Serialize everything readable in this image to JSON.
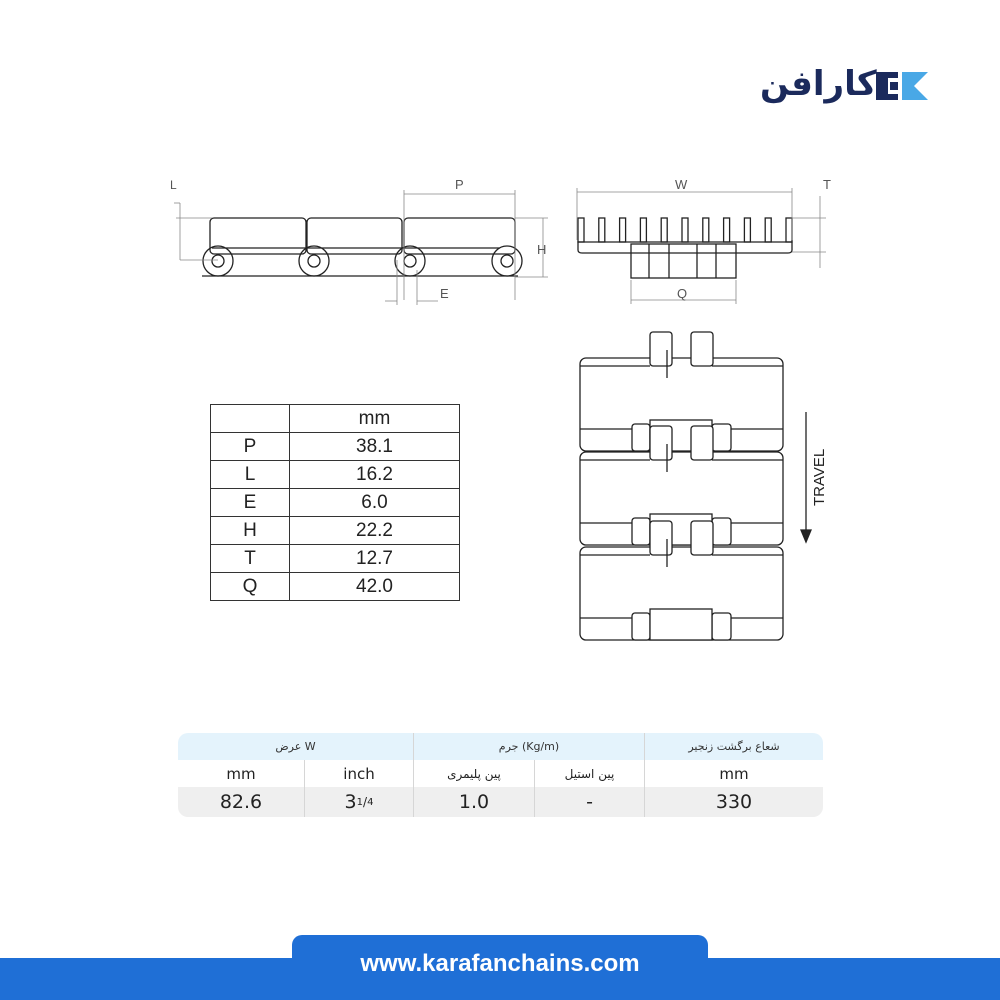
{
  "brand": {
    "logo_text": "کارافن",
    "primary": "#1b2a5c",
    "accent": "#1f6fd6",
    "light_accent": "#49a8e6"
  },
  "drawing_labels": {
    "L": "L",
    "P": "P",
    "H": "H",
    "E": "E",
    "W": "W",
    "T": "T",
    "Q": "Q",
    "travel": "TRAVEL"
  },
  "dimensions": {
    "unit_header": "mm",
    "rows": [
      {
        "key": "P",
        "value": "38.1"
      },
      {
        "key": "L",
        "value": "16.2"
      },
      {
        "key": "E",
        "value": "6.0"
      },
      {
        "key": "H",
        "value": "22.2"
      },
      {
        "key": "T",
        "value": "12.7"
      },
      {
        "key": "Q",
        "value": "42.0"
      }
    ]
  },
  "spec_table": {
    "width_header": "عرض W",
    "mass_header": "جرم (Kg/m)",
    "radius_header": "شعاع برگشت زنجیر",
    "sub": {
      "mm": "mm",
      "inch": "inch",
      "poly_pin": "پین پلیمری",
      "steel_pin": "پین استیل",
      "radius_mm": "mm"
    },
    "values": {
      "width_mm": "82.6",
      "width_inch_whole": "3",
      "width_inch_num": "1",
      "width_inch_den": "4",
      "mass_poly": "1.0",
      "mass_steel": "-",
      "radius": "330"
    }
  },
  "footer": {
    "url": "www.karafanchains.com",
    "color": "#1f6fd6"
  }
}
